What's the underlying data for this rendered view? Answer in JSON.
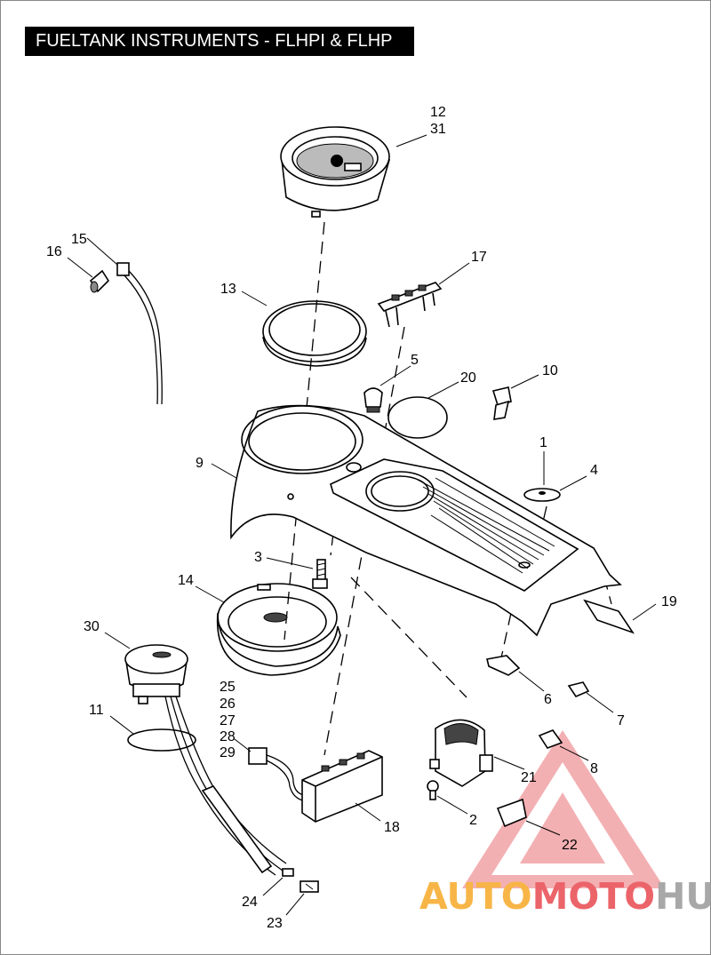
{
  "title": "FUELTANK INSTRUMENTS - FLHPI & FLHP",
  "colors": {
    "title_bg": "#000000",
    "title_text": "#ffffff",
    "line_art": "#000000",
    "watermark_red": "#e8494f",
    "watermark_orange": "#f7a928",
    "watermark_gray": "#9a9a9a"
  },
  "callouts": [
    {
      "id": "c12",
      "text": "12"
    },
    {
      "id": "c31",
      "text": "31"
    },
    {
      "id": "c15",
      "text": "15"
    },
    {
      "id": "c16",
      "text": "16"
    },
    {
      "id": "c17",
      "text": "17"
    },
    {
      "id": "c13",
      "text": "13"
    },
    {
      "id": "c5",
      "text": "5"
    },
    {
      "id": "c20",
      "text": "20"
    },
    {
      "id": "c10",
      "text": "10"
    },
    {
      "id": "c1",
      "text": "1"
    },
    {
      "id": "c4",
      "text": "4"
    },
    {
      "id": "c9",
      "text": "9"
    },
    {
      "id": "c3",
      "text": "3"
    },
    {
      "id": "c14",
      "text": "14"
    },
    {
      "id": "c19",
      "text": "19"
    },
    {
      "id": "c30",
      "text": "30"
    },
    {
      "id": "c25",
      "text": "25"
    },
    {
      "id": "c26",
      "text": "26"
    },
    {
      "id": "c27",
      "text": "27"
    },
    {
      "id": "c28",
      "text": "28"
    },
    {
      "id": "c29",
      "text": "29"
    },
    {
      "id": "c6",
      "text": "6"
    },
    {
      "id": "c7",
      "text": "7"
    },
    {
      "id": "c11",
      "text": "11"
    },
    {
      "id": "c8",
      "text": "8"
    },
    {
      "id": "c21",
      "text": "21"
    },
    {
      "id": "c2",
      "text": "2"
    },
    {
      "id": "c18",
      "text": "18"
    },
    {
      "id": "c22",
      "text": "22"
    },
    {
      "id": "c24",
      "text": "24"
    },
    {
      "id": "c23",
      "text": "23"
    }
  ],
  "watermark": {
    "part1": "AUTO",
    "part2": "MOTO",
    "part3": "HUB"
  }
}
